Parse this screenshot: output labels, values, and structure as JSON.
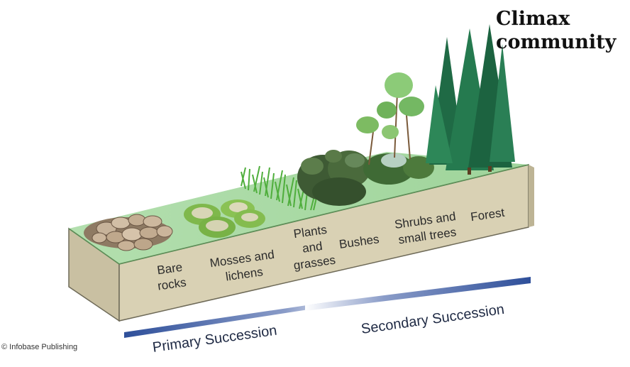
{
  "title": {
    "line1": "Climax",
    "line2": "community"
  },
  "stages": [
    {
      "lines": [
        "Bare",
        "rocks"
      ]
    },
    {
      "lines": [
        "Mosses and",
        "lichens"
      ]
    },
    {
      "lines": [
        "Plants",
        "and",
        "grasses"
      ]
    },
    {
      "lines": [
        "Bushes"
      ]
    },
    {
      "lines": [
        "Shrubs and",
        "small trees"
      ]
    },
    {
      "lines": [
        "Forest"
      ]
    }
  ],
  "succession": {
    "primary": "Primary Succession",
    "secondary": "Secondary Succession"
  },
  "credit": "© Infobase Publishing",
  "colors": {
    "grass_top": "#a7d9a2",
    "soil_front": "#d9d1b4",
    "soil_edge": "#6e6a58",
    "bar_blue": "#2e4f9a",
    "tree_dark": "#1f6a45"
  }
}
